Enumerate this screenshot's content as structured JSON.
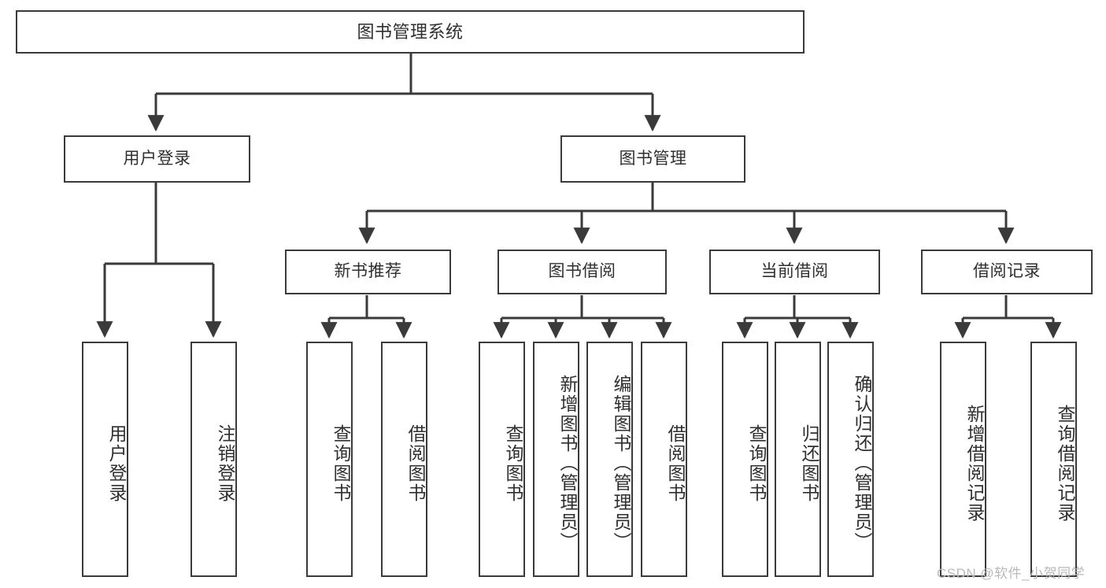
{
  "diagram": {
    "title": "图书管理系统",
    "type": "function-structure-tree",
    "line_color": "#3a3a3a",
    "text_color": "#2f2f2f",
    "background_color": "#ffffff",
    "watermark": "CSDN @软件_小贺同学"
  },
  "nodes": {
    "root": {
      "label": "图书管理系统"
    },
    "level1": [
      {
        "key": "user_login",
        "label": "用户登录"
      },
      {
        "key": "book_manage",
        "label": "图书管理"
      }
    ],
    "level2": [
      {
        "key": "new_book_recommend",
        "label": "新书推荐"
      },
      {
        "key": "book_borrow",
        "label": "图书借阅"
      },
      {
        "key": "current_borrow",
        "label": "当前借阅"
      },
      {
        "key": "borrow_record",
        "label": "借阅记录"
      }
    ],
    "leaves": {
      "user_login": [
        {
          "key": "login",
          "label": "用户登录"
        },
        {
          "key": "logout",
          "label": "注销登录"
        }
      ],
      "new_book_recommend": [
        {
          "key": "query_book_1",
          "label": "查询图书"
        },
        {
          "key": "borrow_book_1",
          "label": "借阅图书"
        }
      ],
      "book_borrow": [
        {
          "key": "query_book_2",
          "label": "查询图书"
        },
        {
          "key": "add_book",
          "label": "新增图书（管理员）"
        },
        {
          "key": "edit_book",
          "label": "编辑图书（管理员）"
        },
        {
          "key": "borrow_book_2",
          "label": "借阅图书"
        }
      ],
      "current_borrow": [
        {
          "key": "query_book_3",
          "label": "查询图书"
        },
        {
          "key": "return_book",
          "label": "归还图书"
        },
        {
          "key": "confirm_return",
          "label": "确认归还（管理员）"
        }
      ],
      "borrow_record": [
        {
          "key": "add_record",
          "label": "新增借阅记录"
        },
        {
          "key": "query_record",
          "label": "查询借阅记录"
        }
      ]
    }
  }
}
